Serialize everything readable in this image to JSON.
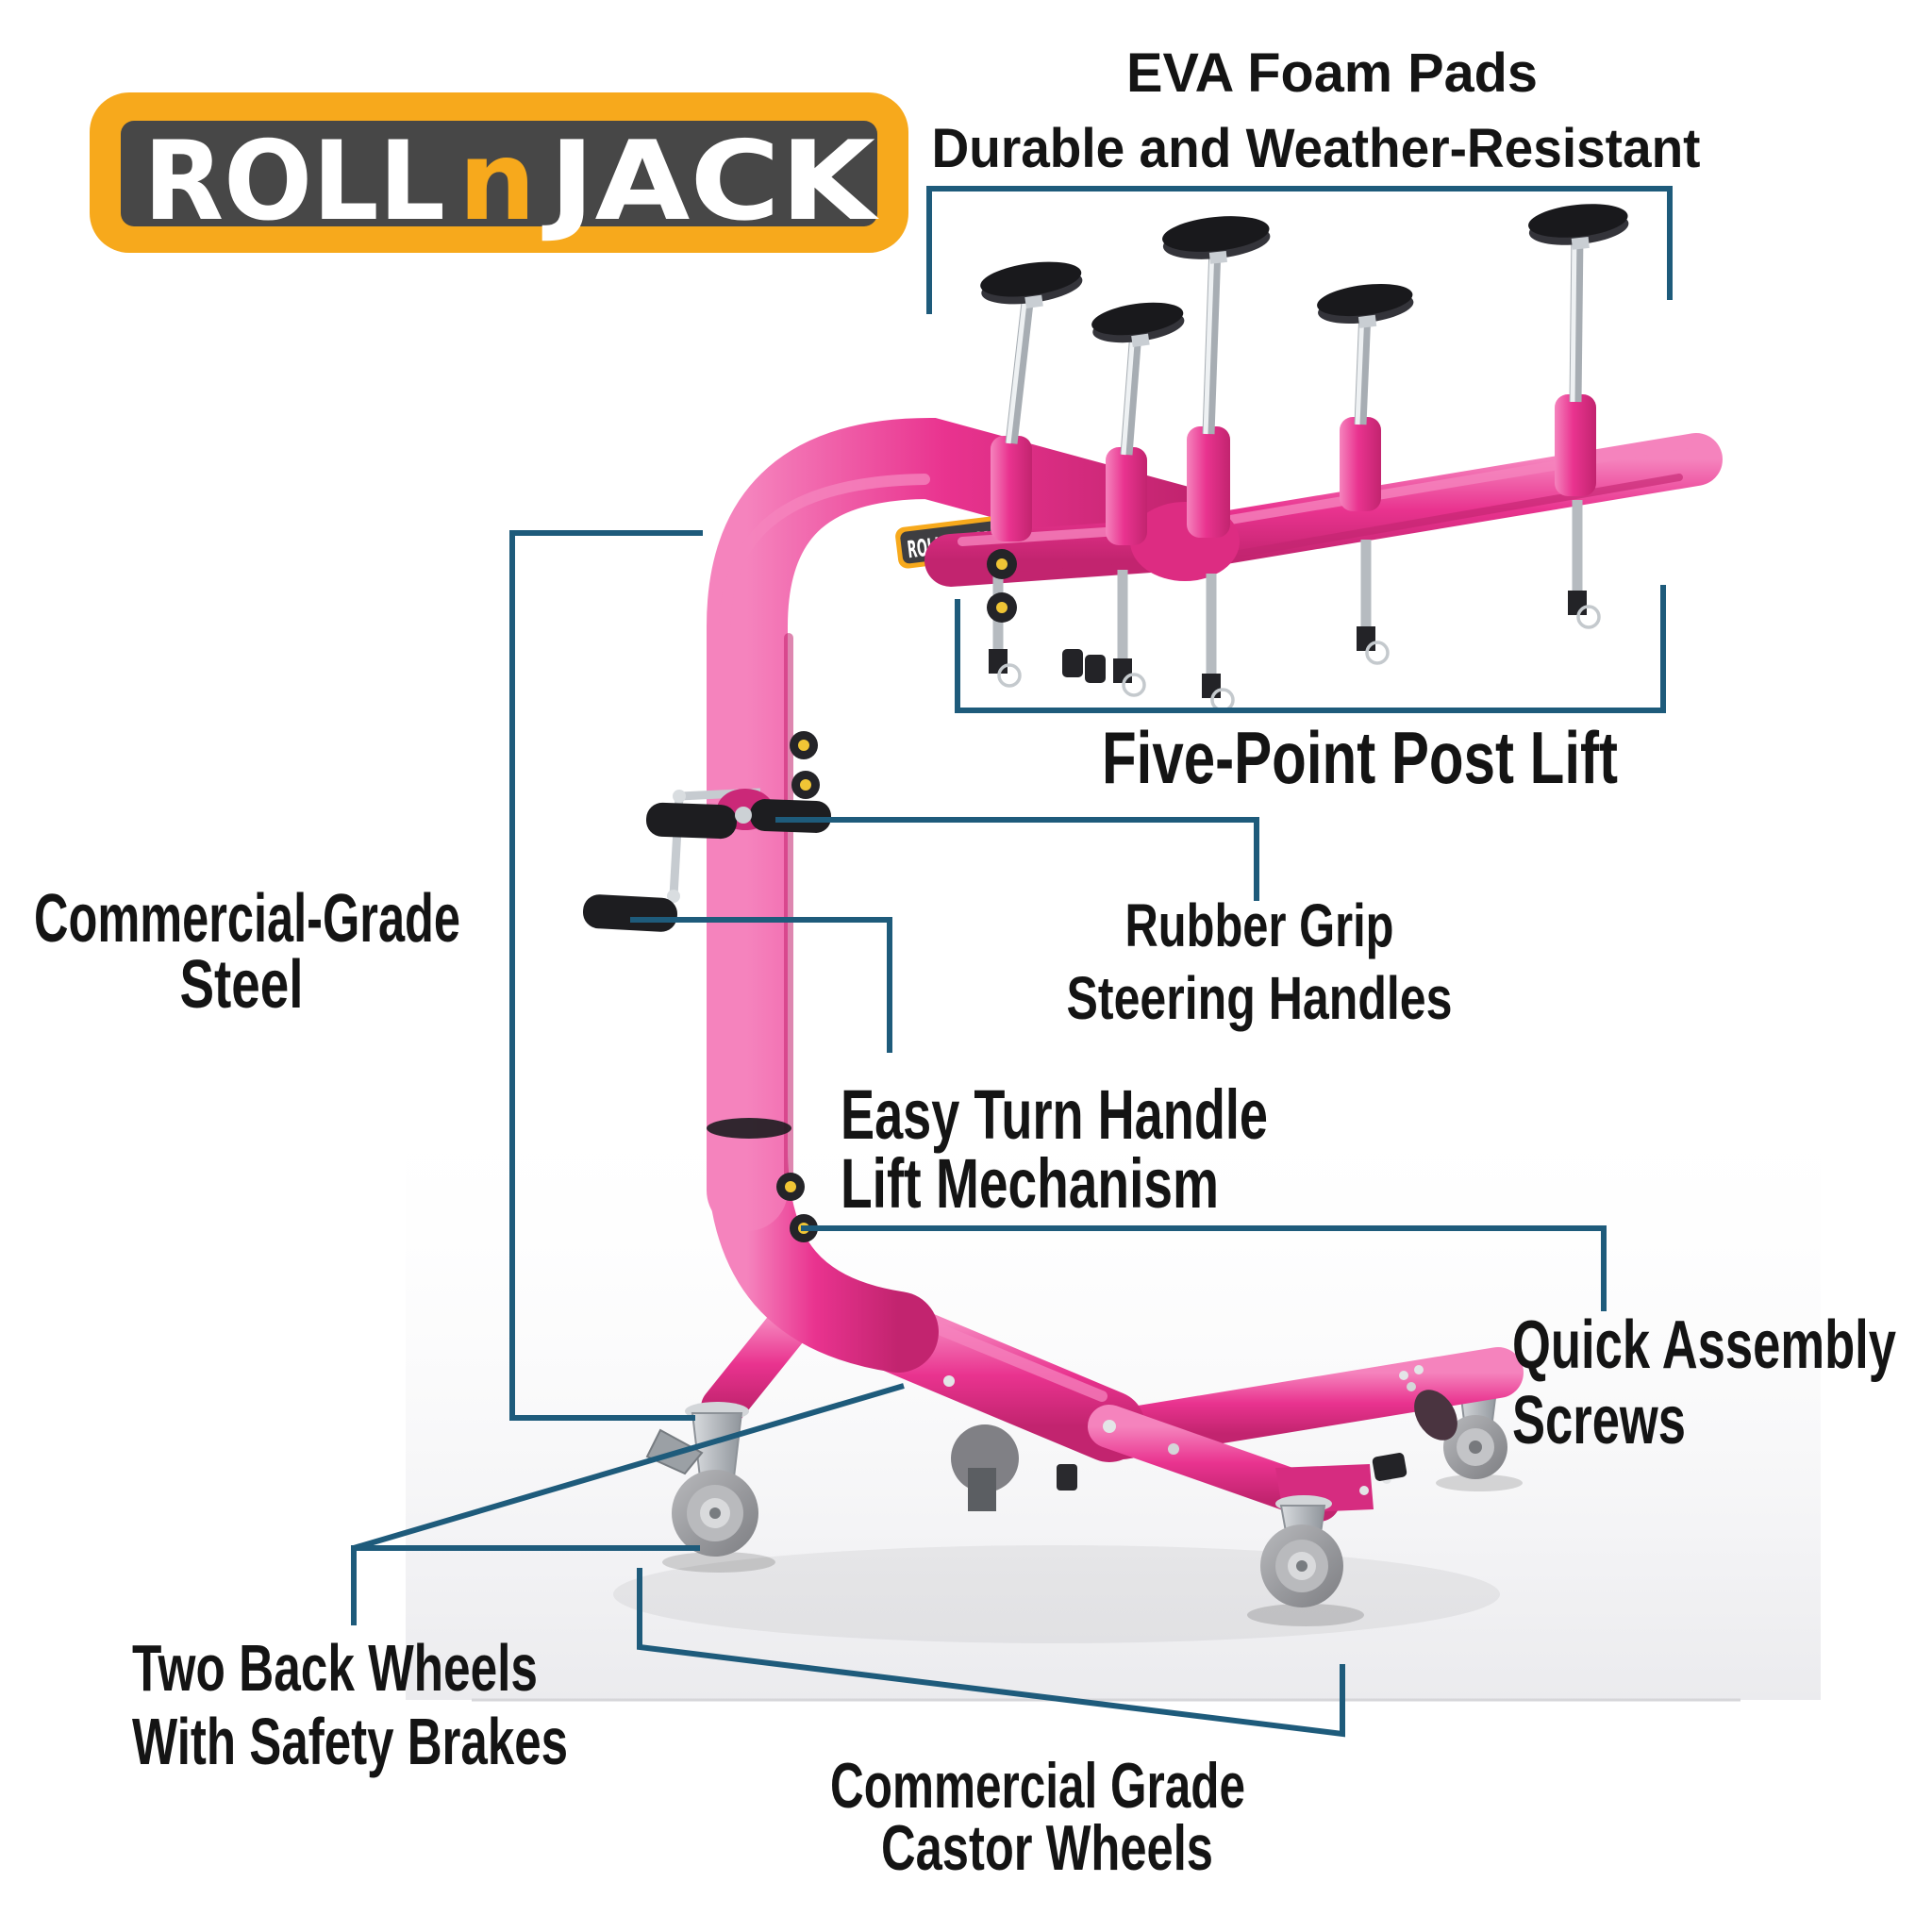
{
  "diagram": {
    "logo": {
      "roll": "ROLL",
      "n": "n",
      "jack": "JACK"
    },
    "labels": {
      "eva_foam_pads": {
        "line1": "EVA Foam Pads",
        "line2": "Durable and Weather-Resistant"
      },
      "five_point_post_lift": {
        "line1": "Five-Point Post Lift"
      },
      "commercial_grade_steel": {
        "line1": "Commercial-Grade",
        "line2": "Steel"
      },
      "rubber_grip": {
        "line1": "Rubber Grip",
        "line2": "Steering Handles"
      },
      "easy_turn_handle": {
        "line1": "Easy Turn Handle",
        "line2": "Lift Mechanism"
      },
      "quick_assembly_screws": {
        "line1": "Quick Assembly",
        "line2": "Screws"
      },
      "two_back_wheels": {
        "line1": "Two Back Wheels",
        "line2": "With Safety Brakes"
      },
      "castor_wheels": {
        "line1": "Commercial Grade",
        "line2": "Castor Wheels"
      }
    },
    "colors": {
      "callout_line": "#1E5B7B",
      "label_text": "#141414",
      "logo_yellow": "#F7A91C",
      "logo_panel": "#474747",
      "logo_letters": "#FFFFFF",
      "machine_pink": "#E9338F",
      "machine_pink_dark": "#C2246F",
      "machine_pink_light": "#F583BD",
      "pad_black": "#19191C",
      "chrome": "#C9CED3",
      "wheel_gray": "#9FA0A4"
    }
  }
}
